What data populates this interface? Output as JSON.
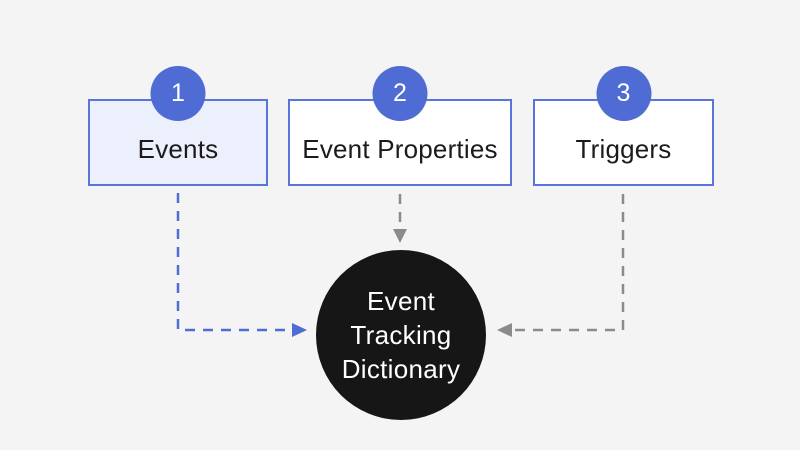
{
  "colors": {
    "bg": "#f4f4f4",
    "blue": "#4f6cd4",
    "box-border": "#5a75da",
    "box1-fill": "#eceffc",
    "box-fill": "#ffffff",
    "gray-arrow": "#8b8b8b",
    "hub-fill": "#161616",
    "hub-text": "#ffffff",
    "text": "#1b1b1b"
  },
  "nodes": [
    {
      "step": "1",
      "label": "Events"
    },
    {
      "step": "2",
      "label": "Event Properties"
    },
    {
      "step": "3",
      "label": "Triggers"
    }
  ],
  "hub": {
    "label": "Event Tracking Dictionary",
    "lines": [
      "Event",
      "Tracking",
      "Dictionary"
    ]
  }
}
